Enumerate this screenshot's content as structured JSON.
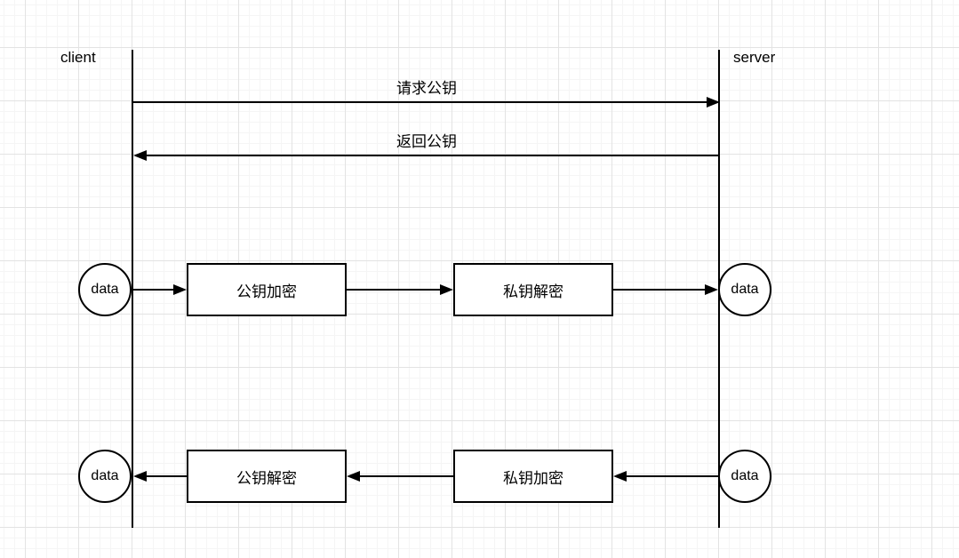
{
  "colors": {
    "stroke": "#000000",
    "shape_fill": "#ffffff",
    "grid_minor": "#f5f5f5",
    "grid_major": "#e3e3e3",
    "background": "#ffffff"
  },
  "lifelines": {
    "client": {
      "label": "client"
    },
    "server": {
      "label": "server"
    }
  },
  "messages": {
    "request": {
      "label": "请求公钥",
      "from": "client",
      "to": "server"
    },
    "response": {
      "label": "返回公钥",
      "from": "server",
      "to": "client"
    }
  },
  "encrypt_flow": {
    "direction": "client-to-server",
    "client_data": {
      "label": "data"
    },
    "step1": {
      "label": "公钥加密"
    },
    "step2": {
      "label": "私钥解密"
    },
    "server_data": {
      "label": "data"
    }
  },
  "response_flow": {
    "direction": "server-to-client",
    "server_data": {
      "label": "data"
    },
    "step1": {
      "label": "私钥加密"
    },
    "step2": {
      "label": "公钥解密"
    },
    "client_data": {
      "label": "data"
    }
  }
}
